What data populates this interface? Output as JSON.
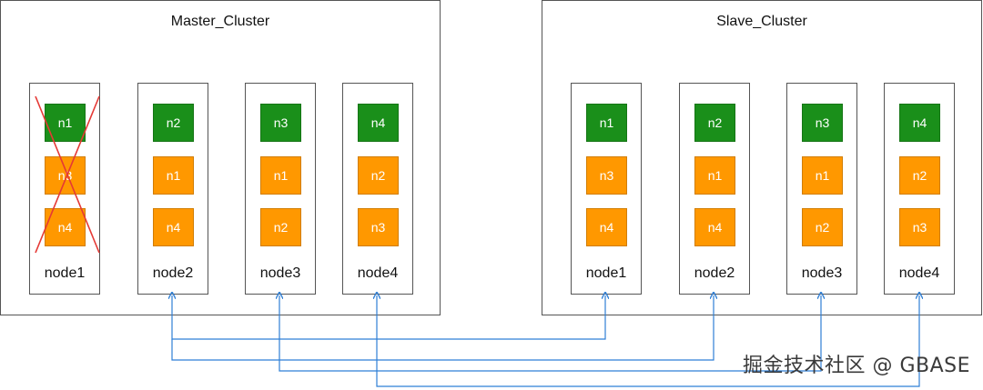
{
  "clusters": [
    {
      "title": "Master_Cluster",
      "nodes": [
        {
          "label": "node1",
          "primary": "n1",
          "replicas": [
            "n3",
            "n4"
          ],
          "failed": true
        },
        {
          "label": "node2",
          "primary": "n2",
          "replicas": [
            "n1",
            "n4"
          ],
          "failed": false
        },
        {
          "label": "node3",
          "primary": "n3",
          "replicas": [
            "n1",
            "n2"
          ],
          "failed": false
        },
        {
          "label": "node4",
          "primary": "n4",
          "replicas": [
            "n2",
            "n3"
          ],
          "failed": false
        }
      ]
    },
    {
      "title": "Slave_Cluster",
      "nodes": [
        {
          "label": "node1",
          "primary": "n1",
          "replicas": [
            "n3",
            "n4"
          ],
          "failed": false
        },
        {
          "label": "node2",
          "primary": "n2",
          "replicas": [
            "n1",
            "n4"
          ],
          "failed": false
        },
        {
          "label": "node3",
          "primary": "n3",
          "replicas": [
            "n1",
            "n2"
          ],
          "failed": false
        },
        {
          "label": "node4",
          "primary": "n4",
          "replicas": [
            "n2",
            "n3"
          ],
          "failed": false
        }
      ]
    }
  ],
  "links": [
    {
      "from": "master.node2",
      "to": "slave.node1"
    },
    {
      "from": "master.node2",
      "to": "slave.node2"
    },
    {
      "from": "master.node3",
      "to": "slave.node3"
    },
    {
      "from": "master.node4",
      "to": "slave.node4"
    }
  ],
  "colors": {
    "primary_shard": "#1a8f1a",
    "replica_shard": "#ff9800",
    "link": "#2f7fd6",
    "failure_mark": "#e53935"
  },
  "watermark": "掘金技术社区 @ GBASE"
}
